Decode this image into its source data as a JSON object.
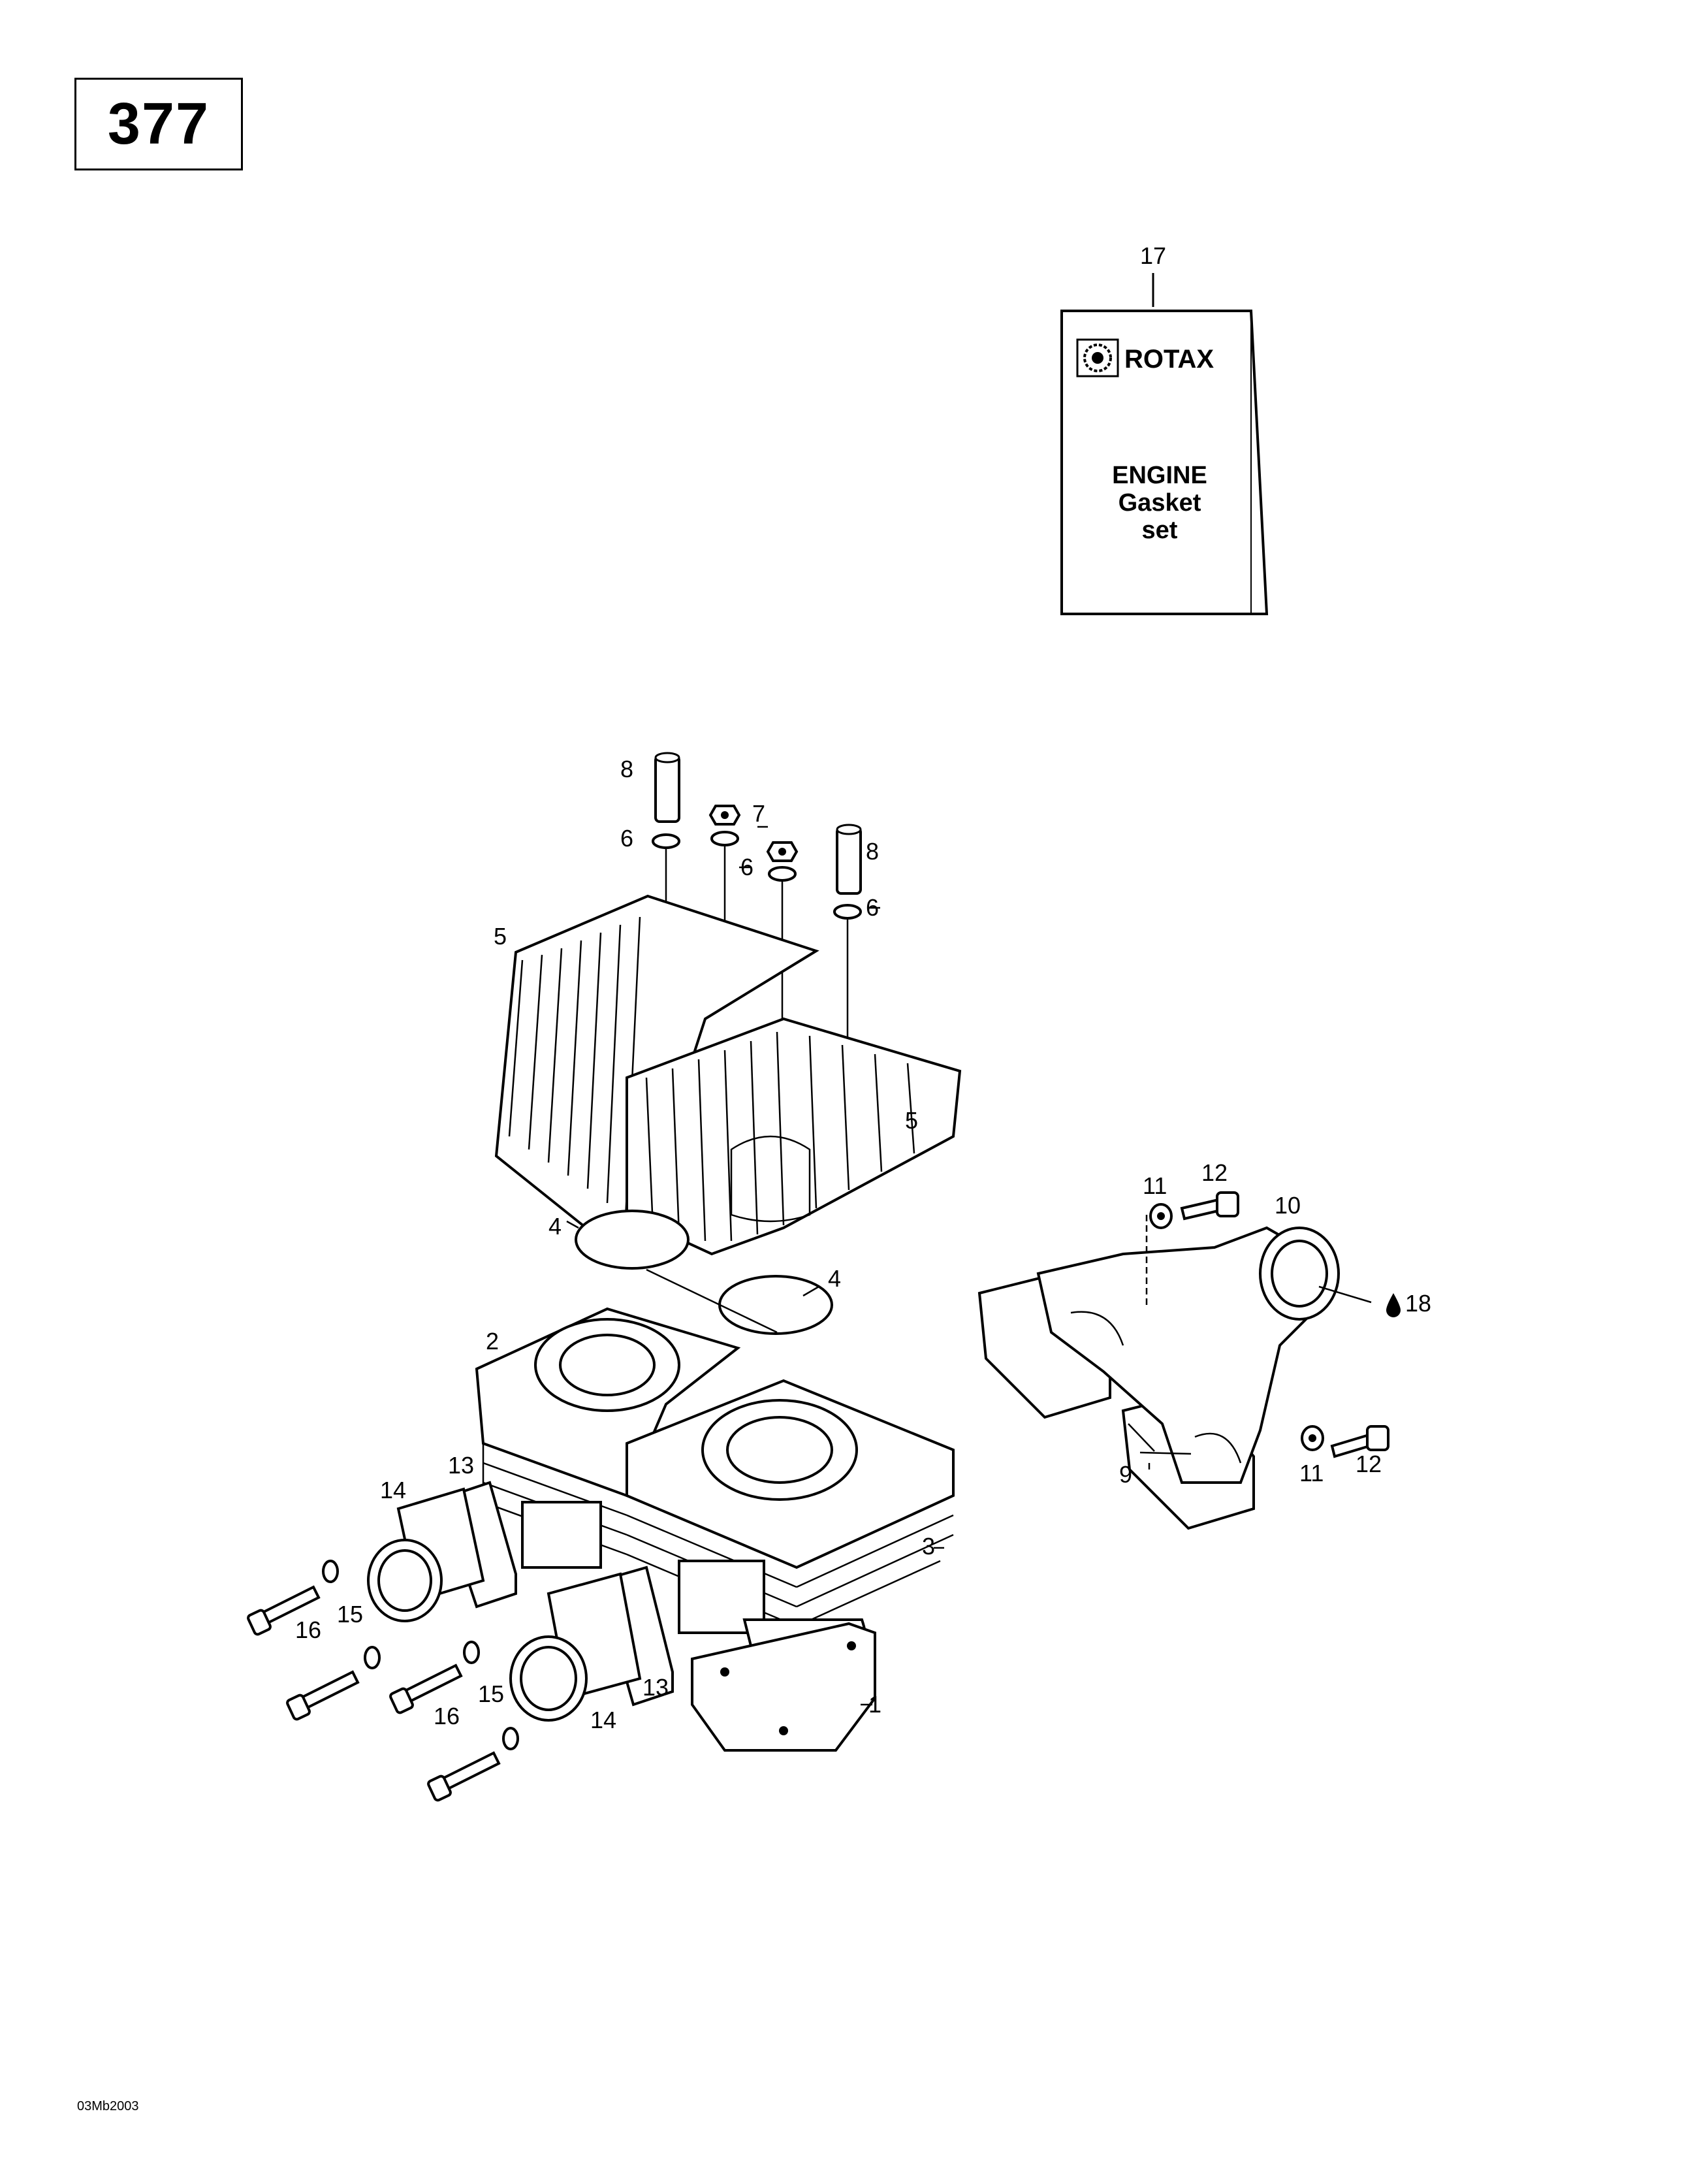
{
  "page_number": "377",
  "footer_code": "03Mb2003",
  "gasket_kit": {
    "brand": "ROTAX",
    "line1": "ENGINE",
    "line2": "Gasket",
    "line3": "set"
  },
  "callouts": {
    "c1": "1",
    "c2": "2",
    "c3": "3",
    "c4a": "4",
    "c4b": "4",
    "c5a": "5",
    "c5b": "5",
    "c6a": "6",
    "c6b": "6",
    "c6c": "6",
    "c7": "7",
    "c8a": "8",
    "c8b": "8",
    "c9": "9",
    "c10": "10",
    "c11a": "11",
    "c11b": "11",
    "c12a": "12",
    "c12b": "12",
    "c13a": "13",
    "c13b": "13",
    "c14a": "14",
    "c14b": "14",
    "c15a": "15",
    "c15b": "15",
    "c16a": "16",
    "c16b": "16",
    "c17": "17",
    "c18": "18"
  }
}
